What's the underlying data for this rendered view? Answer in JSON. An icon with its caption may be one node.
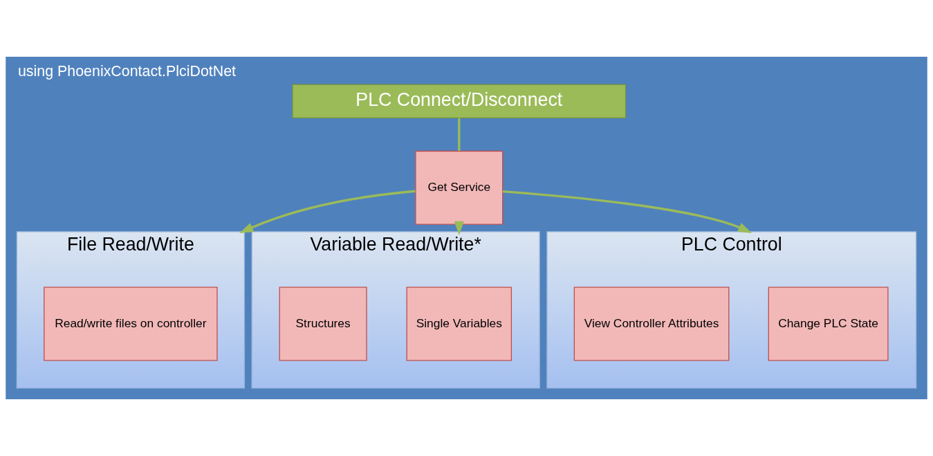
{
  "diagram": {
    "title": "using PhoenixContact.PlciDotNet",
    "nodes": [
      {
        "text": [
          "PLC Connect/Disconnect"
        ]
      },
      {
        "text": [
          "Get Service"
        ]
      },
      {
        "text": [
          "File Read/Write"
        ]
      },
      {
        "text": [
          "Read/write files on controller"
        ],
        "in": 2
      },
      {
        "text": [
          "Variable Read/Write*"
        ]
      },
      {
        "text": [
          "Single Variables"
        ],
        "in": 4
      },
      {
        "text": [
          "Structures"
        ],
        "in": 4
      },
      {
        "text": [
          "PLC Control"
        ]
      },
      {
        "text": [
          "Change PLC State"
        ],
        "in": 7
      },
      {
        "text": [
          "View Controller Attributes"
        ],
        "in": 7
      }
    ],
    "edges": [
      {
        "from": 0,
        "to": 1,
        "arrow": "none"
      },
      {
        "from": 1,
        "to": 2,
        "arrow": "to"
      },
      {
        "from": 1,
        "to": 4,
        "arrow": "to"
      },
      {
        "from": 1,
        "to": 7,
        "arrow": "to"
      }
    ]
  }
}
